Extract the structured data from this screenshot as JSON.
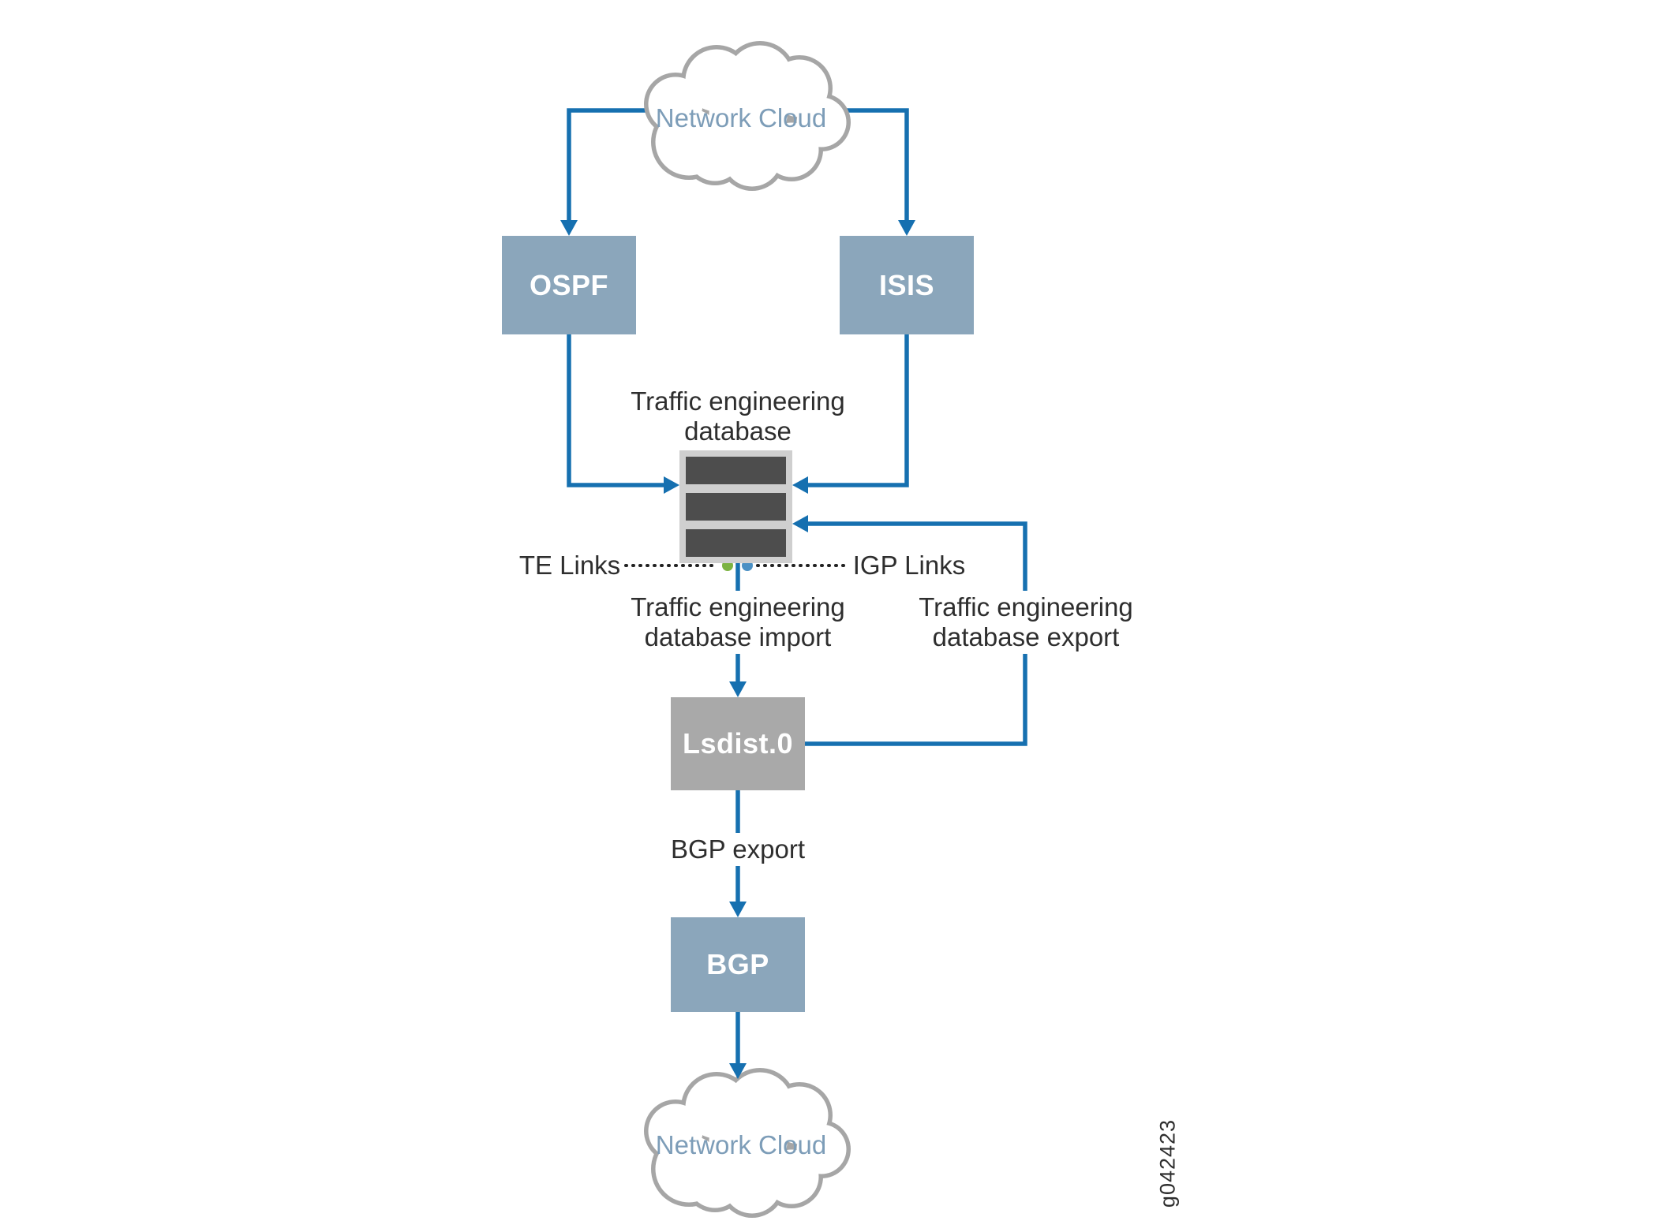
{
  "colors": {
    "arrow_blue": "#1670b0",
    "protocol_box_fill": "#8ba6bb",
    "lsdist_box_fill": "#a9a9a9",
    "db_bar_fill": "#4d4d4d",
    "db_frame_fill": "#cfcfcf",
    "cloud_outline": "#a6a6a6",
    "cloud_text": "#7d9db8",
    "label_text": "#2e2e2e",
    "dot_green": "#7cb342",
    "dot_blue": "#4a90c4",
    "background": "#ffffff"
  },
  "nodes": {
    "top_cloud": {
      "label": "Network Cloud"
    },
    "ospf": {
      "label": "OSPF"
    },
    "isis": {
      "label": "ISIS"
    },
    "traffic_engineering_database": {
      "title_line1": "Traffic engineering",
      "title_line2": "database"
    },
    "lsdist": {
      "label": "Lsdist.0"
    },
    "bgp": {
      "label": "BGP"
    },
    "bottom_cloud": {
      "label": "Network Cloud"
    }
  },
  "labels": {
    "te_links": "TE Links",
    "igp_links": "IGP Links",
    "ted_import_line1": "Traffic engineering",
    "ted_import_line2": "database import",
    "ted_export_line1": "Traffic engineering",
    "ted_export_line2": "database export",
    "bgp_export": "BGP export",
    "figure_id": "g042423"
  },
  "edges": [
    {
      "from": "Network Cloud",
      "to": "OSPF",
      "label": ""
    },
    {
      "from": "Network Cloud",
      "to": "ISIS",
      "label": ""
    },
    {
      "from": "OSPF",
      "to": "Traffic engineering database",
      "label": ""
    },
    {
      "from": "ISIS",
      "to": "Traffic engineering database",
      "label": ""
    },
    {
      "from": "Traffic engineering database",
      "to": "Lsdist.0",
      "label": "Traffic engineering database import"
    },
    {
      "from": "Lsdist.0",
      "to": "Traffic engineering database",
      "label": "Traffic engineering database export"
    },
    {
      "from": "Lsdist.0",
      "to": "BGP",
      "label": "BGP export"
    },
    {
      "from": "BGP",
      "to": "Network Cloud",
      "label": ""
    }
  ]
}
